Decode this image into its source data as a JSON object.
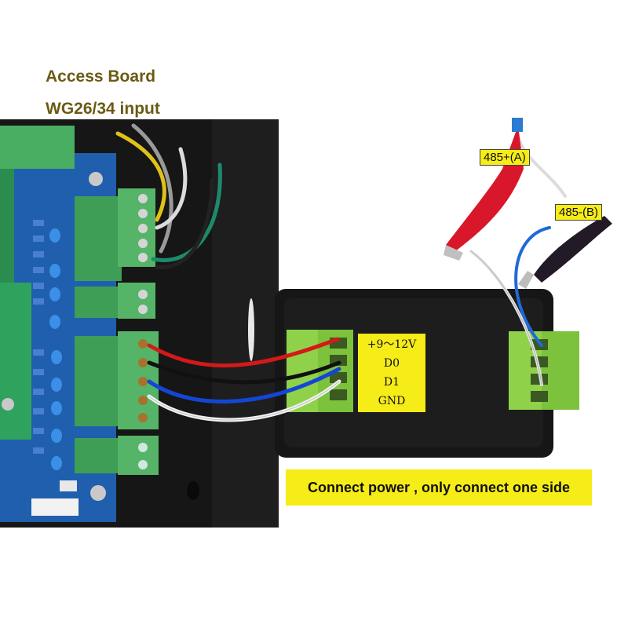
{
  "captions": {
    "title_line1": "Access Board",
    "title_line2": "WG26/34 input",
    "label_a": "485+(A)",
    "label_b": "485-(B)",
    "note": "Connect power , only connect one side"
  },
  "pins": [
    "+9～12V",
    "D0",
    "D1",
    "GND"
  ],
  "colors": {
    "caption_text": "#6b5a12",
    "label_bg": "#f6ec18",
    "case": "#161616",
    "pcb": "#1f5fae",
    "terminal": "#55b467",
    "green_block": "#8fd24a",
    "wire_red": "#d41919",
    "wire_black": "#111111",
    "wire_blue": "#1446d6",
    "wire_white": "#f2f2f2",
    "clip_red": "#d9172a",
    "clip_black": "#221a26"
  }
}
